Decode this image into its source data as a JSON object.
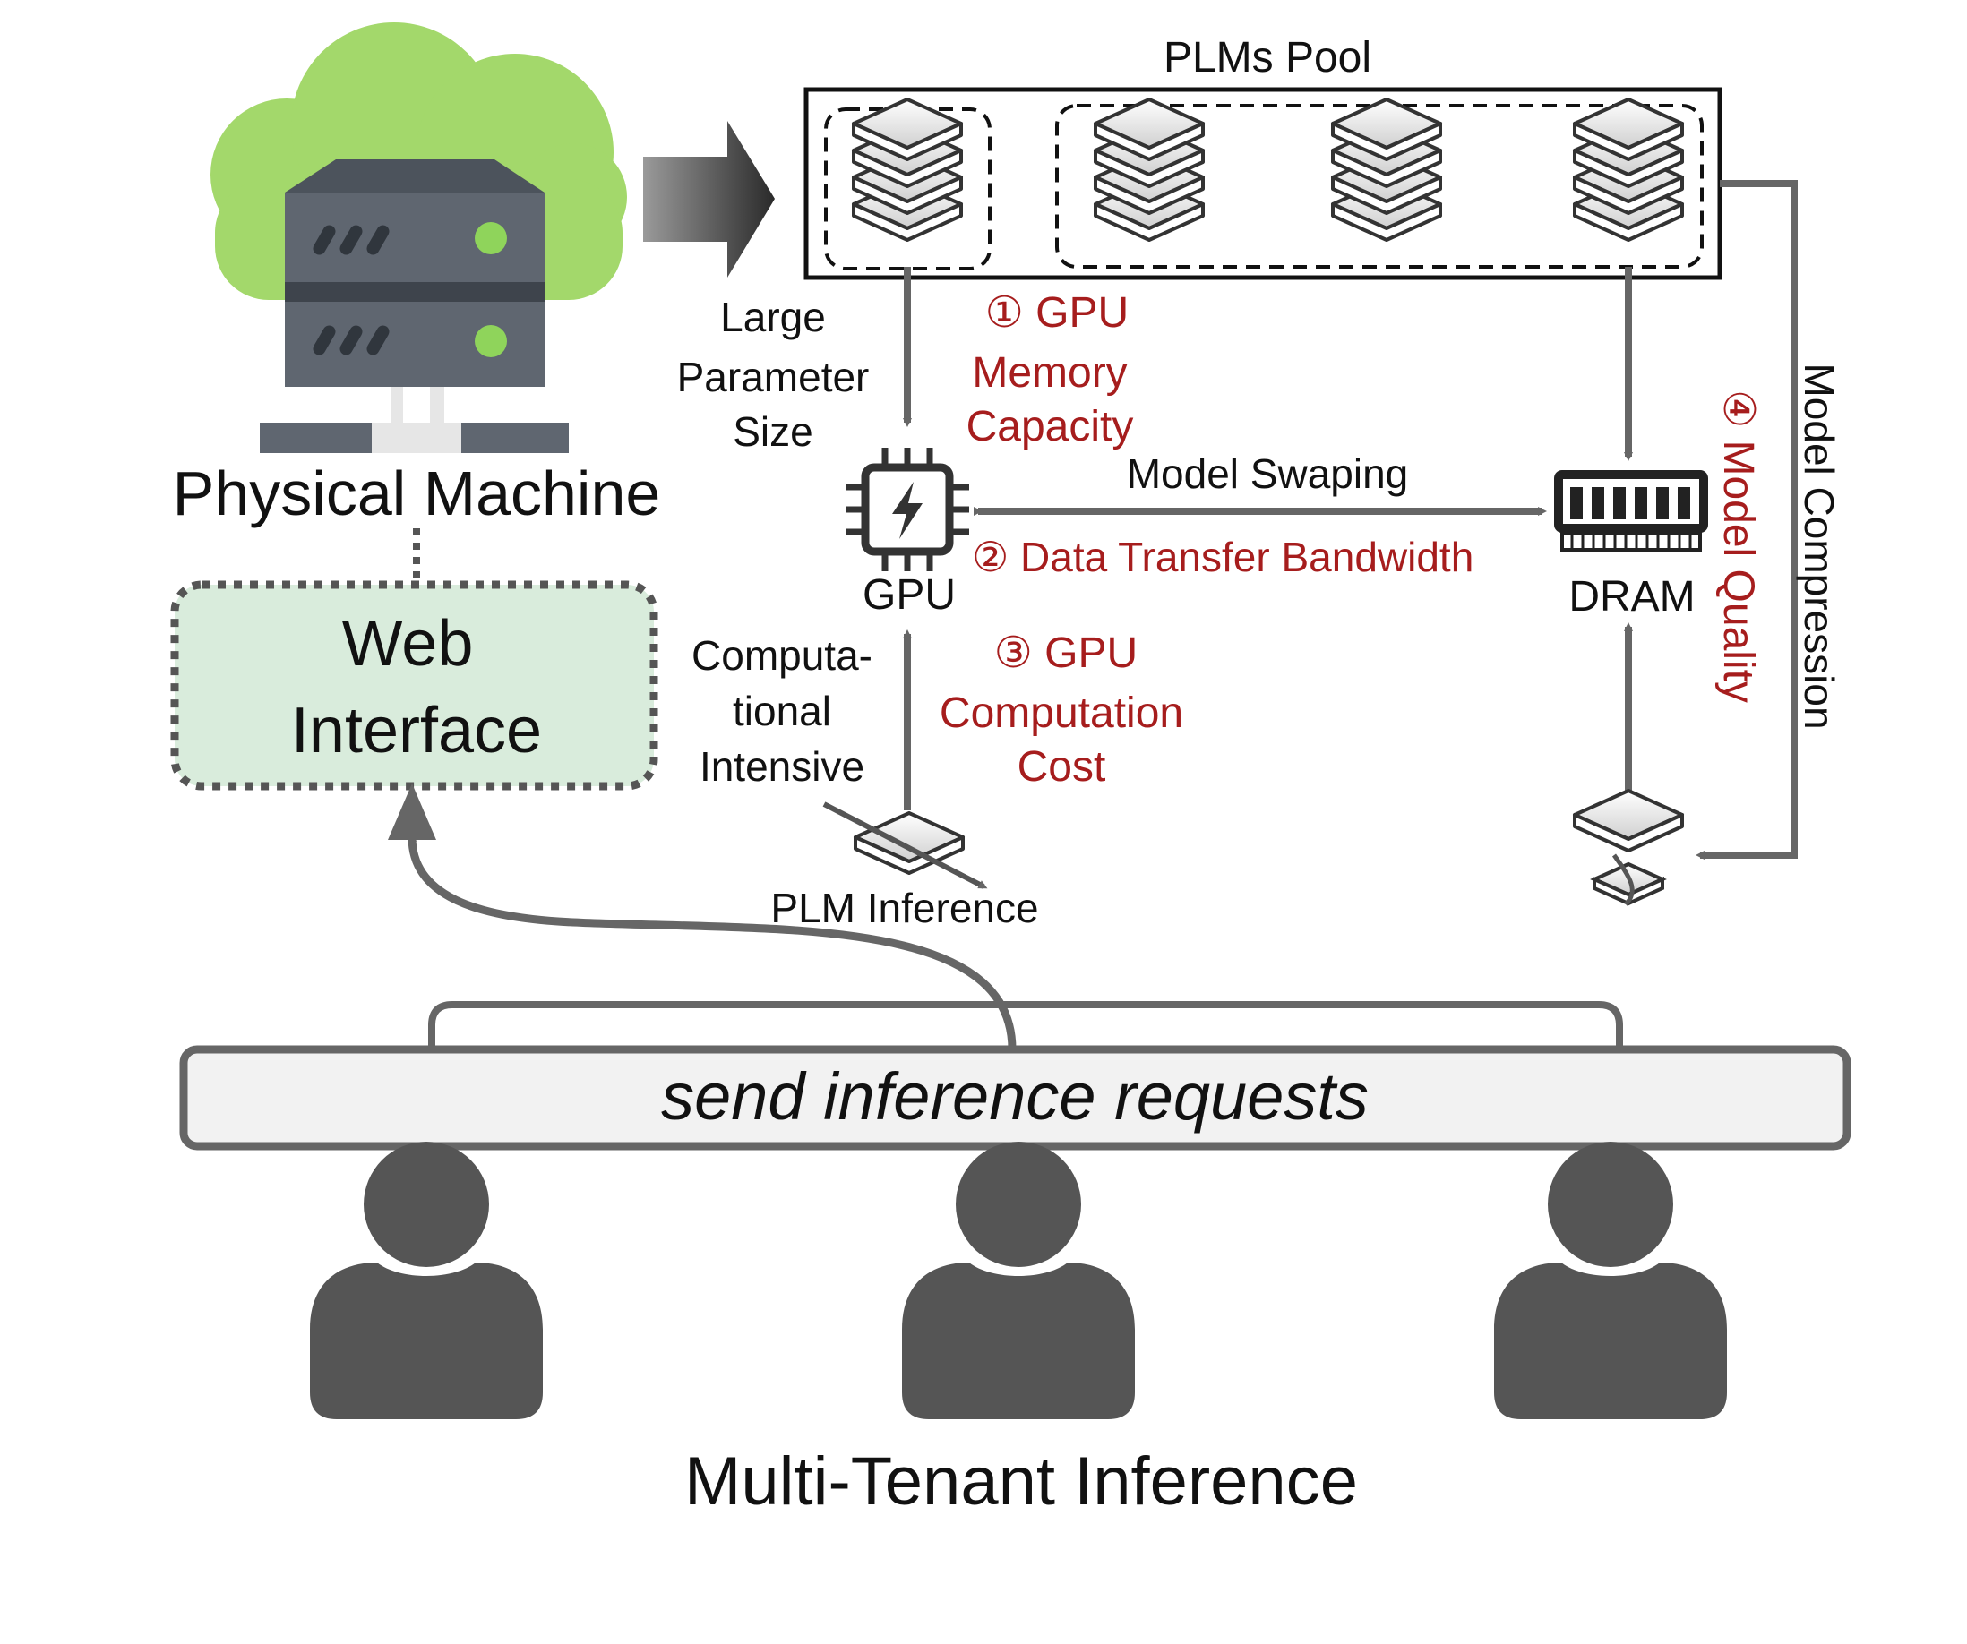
{
  "labels": {
    "physical_machine": "Physical Machine",
    "web_interface": [
      "Web",
      "Interface"
    ],
    "plms_pool": "PLMs Pool",
    "large_parameter_size": [
      "Large",
      "Parameter",
      "Size"
    ],
    "gpu": "GPU",
    "dram": "DRAM",
    "model_swaping": "Model Swaping",
    "computational_intensive": [
      "Computa-",
      "tional",
      "Intensive"
    ],
    "plm_inference": "PLM Inference",
    "model_compression": "Model  Compression",
    "send_requests": "send inference requests",
    "multi_tenant": "Multi-Tenant Inference"
  },
  "challenges": {
    "c1": [
      "① GPU",
      "Memory",
      "Capacity"
    ],
    "c2": "② Data Transfer Bandwidth",
    "c3": [
      "③ GPU",
      "Computation",
      "Cost"
    ],
    "c4": "④ Model Quality"
  },
  "colors": {
    "challenge_red": "#a61d1d",
    "arrow_gray": "#666666",
    "cloud_green": "#a3d86b",
    "server_gray": "#5f6670",
    "web_box_fill": "#d9ecdc",
    "user_gray": "#555555"
  },
  "icons": [
    "cloud-icon",
    "server-icon",
    "model-stack-icon",
    "gpu-chip-icon",
    "dram-icon",
    "user-icon"
  ]
}
